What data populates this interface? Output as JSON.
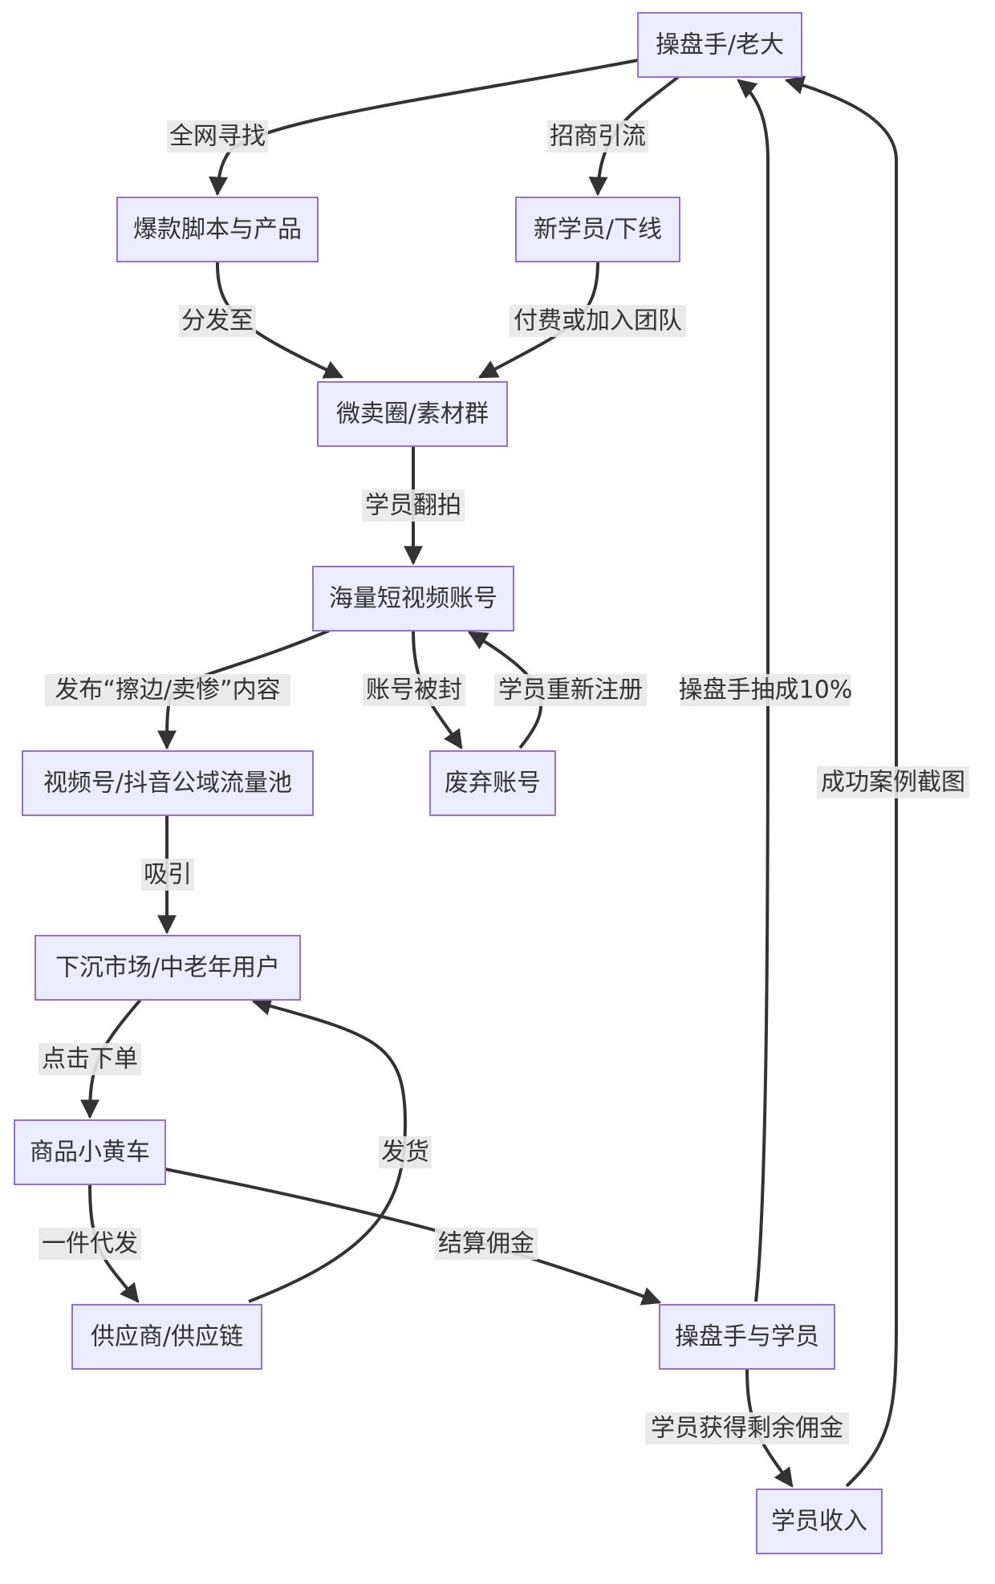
{
  "nodes": {
    "boss": "操盘手/老大",
    "script": "爆款脚本与产品",
    "recruit": "新学员/下线",
    "circle": "微卖圈/素材群",
    "accounts": "海量短视频账号",
    "pool": "视频号/抖音公域流量池",
    "banned": "废弃账号",
    "market": "下沉市场/中老年用户",
    "cart": "商品小黄车",
    "supplier": "供应商/供应链",
    "split": "操盘手与学员",
    "income": "学员收入"
  },
  "edges": {
    "search": "全网寻找",
    "attract": "招商引流",
    "distribute": "分发至",
    "pay_join": "付费或加入团队",
    "reshoot": "学员翻拍",
    "publish": "发布“擦边/卖惨”内容",
    "ban": "账号被封",
    "reregister": "学员重新注册",
    "draw_in": "吸引",
    "order": "点击下单",
    "dropship": "一件代发",
    "ship": "发货",
    "commission": "结算佣金",
    "cut": "操盘手抽成10%",
    "remaining": "学员获得剩余佣金",
    "screenshot": "成功案例截图"
  }
}
